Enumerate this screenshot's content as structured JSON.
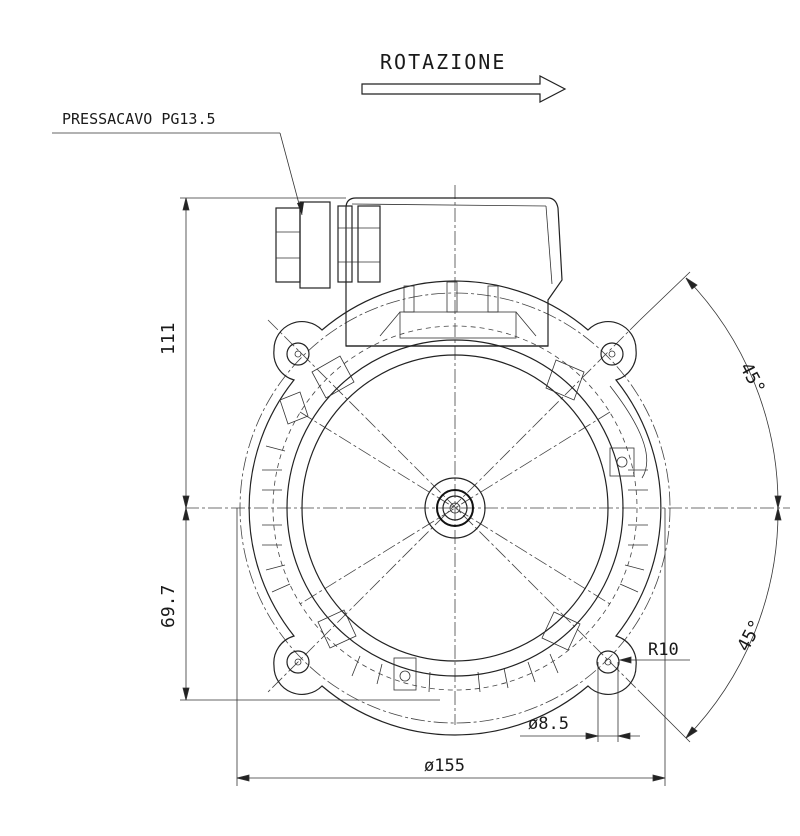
{
  "labels": {
    "rotation": "ROTAZIONE",
    "cable_gland": "PRESSACAVO PG13.5",
    "dim_top": "111",
    "dim_bottom": "69.7",
    "angle_upper": "45°",
    "angle_lower": "45°",
    "radius": "R10",
    "hole_dia": "ø8.5",
    "diameter": "ø155"
  },
  "colors": {
    "line": "#222222",
    "background": "#ffffff"
  }
}
